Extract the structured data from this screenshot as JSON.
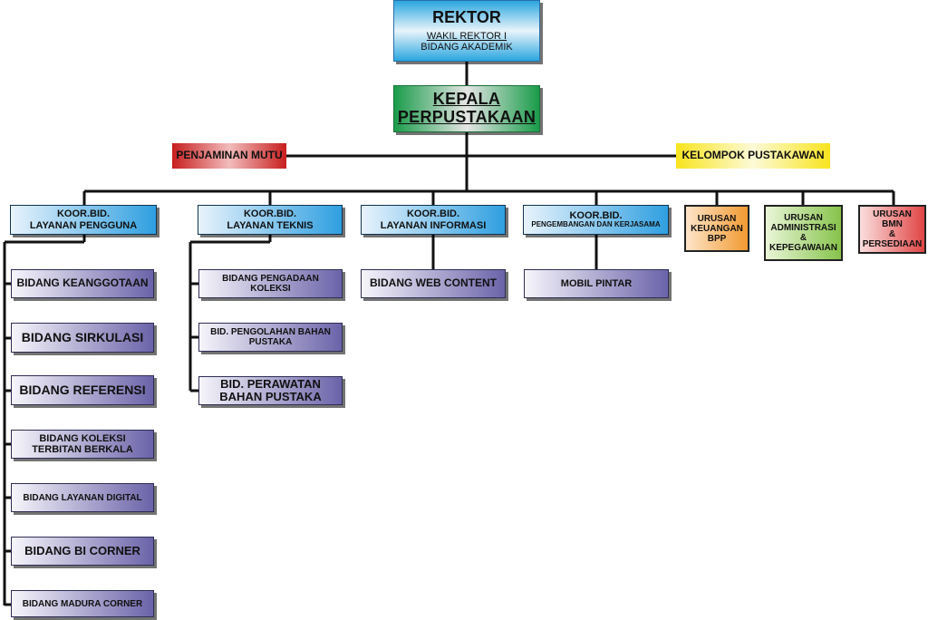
{
  "top": {
    "rektor": "REKTOR",
    "wakil_line1": "WAKIL REKTOR I",
    "wakil_line2": "BIDANG AKADEMIK",
    "kepala_line1": "KEPALA",
    "kepala_line2": "PERPUSTAKAAN"
  },
  "side": {
    "penjaminan": "PENJAMINAN MUTU",
    "kelompok": "KELOMPOK PUSTAKAWAN"
  },
  "koor": [
    {
      "line1": "KOOR.BID.",
      "line2": "LAYANAN PENGGUNA"
    },
    {
      "line1": "KOOR.BID.",
      "line2": "LAYANAN TEKNIS"
    },
    {
      "line1": "KOOR.BID.",
      "line2": "LAYANAN INFORMASI"
    },
    {
      "line1": "KOOR.BID.",
      "line2": "PENGEMBANGAN DAN KERJASAMA"
    }
  ],
  "urusan": [
    {
      "line1": "URUSAN",
      "line2": "KEUANGAN",
      "line3": "BPP",
      "line4": ""
    },
    {
      "line1": "URUSAN",
      "line2": "ADMINISTRASI",
      "line3": "&",
      "line4": "KEPEGAWAIAN"
    },
    {
      "line1": "URUSAN",
      "line2": "BMN",
      "line3": "&",
      "line4": "PERSEDIAAN"
    }
  ],
  "pengguna": [
    {
      "line1": "BIDANG KEANGGOTAAN",
      "line2": ""
    },
    {
      "line1": "BIDANG SIRKULASI",
      "line2": ""
    },
    {
      "line1": "BIDANG REFERENSI",
      "line2": ""
    },
    {
      "line1": "BIDANG KOLEKSI",
      "line2": "TERBITAN BERKALA"
    },
    {
      "line1": "BIDANG LAYANAN DIGITAL",
      "line2": ""
    },
    {
      "line1": "BIDANG BI CORNER",
      "line2": ""
    },
    {
      "line1": "BIDANG MADURA CORNER",
      "line2": ""
    }
  ],
  "teknis": [
    {
      "line1": "BIDANG PENGADAAN",
      "line2": "KOLEKSI"
    },
    {
      "line1": "BID. PENGOLAHAN BAHAN",
      "line2": "PUSTAKA"
    },
    {
      "line1": "BID. PERAWATAN",
      "line2": "BAHAN PUSTAKA"
    }
  ],
  "informasi": [
    {
      "line1": "BIDANG WEB CONTENT",
      "line2": ""
    }
  ],
  "pengembangan": [
    {
      "line1": "MOBIL PINTAR",
      "line2": ""
    }
  ]
}
